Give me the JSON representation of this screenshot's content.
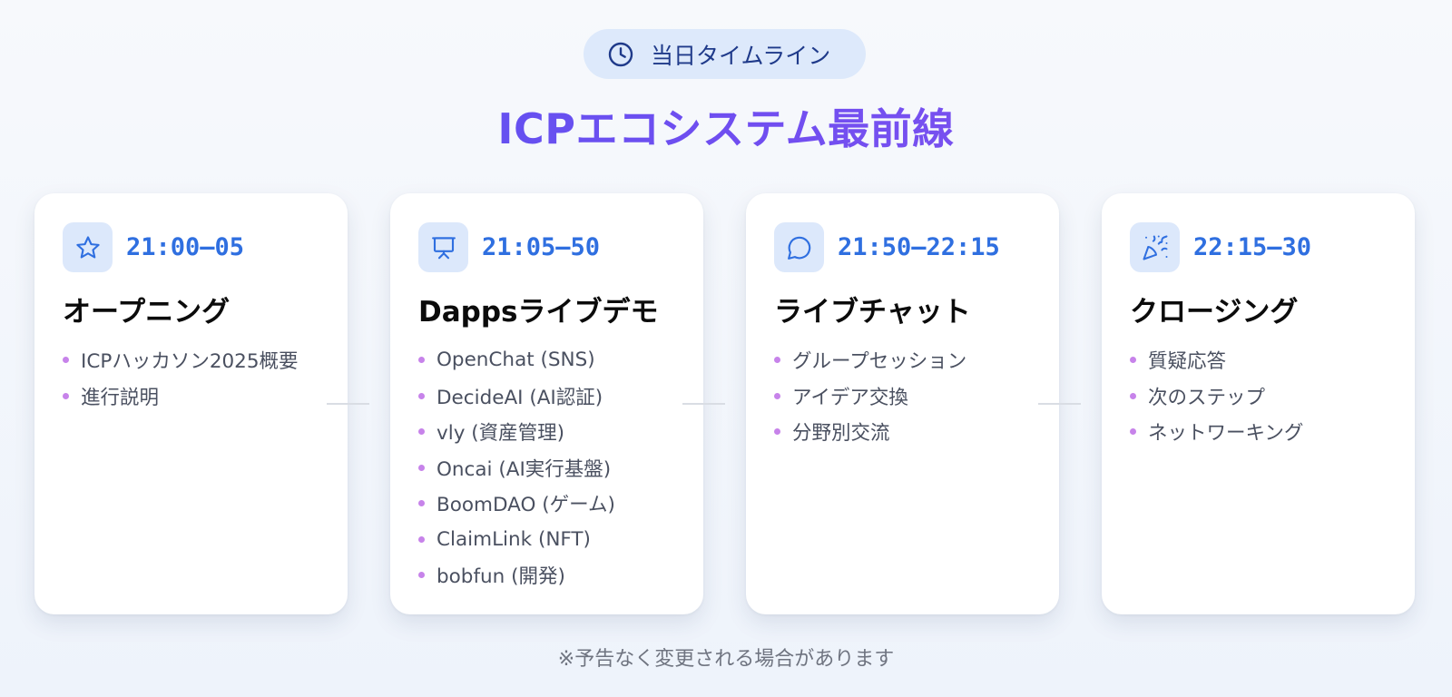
{
  "header": {
    "badge_icon": "clock-icon",
    "badge_label": "当日タイムライン",
    "title": "ICPエコシステム最前線"
  },
  "colors": {
    "accent_blue": "#2f6fe0",
    "title_gradient_start": "#5056f2",
    "title_gradient_end": "#8a55ee",
    "bullet": "#c783ea",
    "icon_bg": "#dce8fb"
  },
  "cards": [
    {
      "icon": "star-icon",
      "time": "21:00–05",
      "title": "オープニング",
      "items": [
        "ICPハッカソン2025概要",
        "進行説明"
      ]
    },
    {
      "icon": "presentation-icon",
      "time": "21:05–50",
      "title": "Dappsライブデモ",
      "items": [
        "OpenChat (SNS)",
        "DecideAI (AI認証)",
        "vly (資産管理)",
        "Oncai (AI実行基盤)",
        "BoomDAO (ゲーム)",
        "ClaimLink (NFT)",
        "bobfun (開発)"
      ]
    },
    {
      "icon": "chat-bubble-icon",
      "time": "21:50–22:15",
      "title": "ライブチャット",
      "items": [
        "グループセッション",
        "アイデア交換",
        "分野別交流"
      ]
    },
    {
      "icon": "party-popper-icon",
      "time": "22:15–30",
      "title": "クロージング",
      "items": [
        "質疑応答",
        "次のステップ",
        "ネットワーキング"
      ]
    }
  ],
  "footnote": "※予告なく変更される場合があります"
}
